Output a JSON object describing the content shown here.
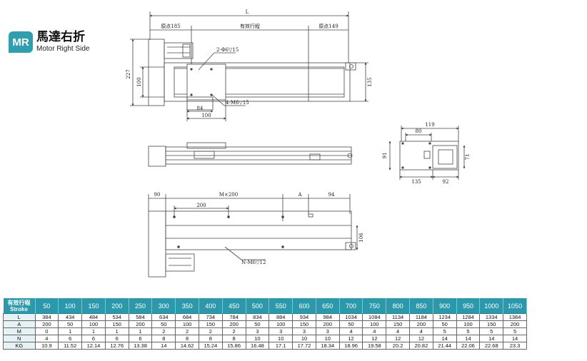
{
  "brand": {
    "badge": "MR",
    "title_cn": "馬達右折",
    "title_en": "Motor Right Side"
  },
  "drawing": {
    "top_view": {
      "overall": "L",
      "left_seg": "原点185",
      "middle_seg": "有效行程",
      "right_seg": "原点149",
      "holes_top": "2-Φ6▽15",
      "holes_bottom": "4-M6▽15",
      "height_left": "227",
      "inner_left": "100",
      "height_right": "135",
      "dim_84": "84",
      "dim_100": "100"
    },
    "end_view": {
      "width_top": "119",
      "inner_top": "80",
      "height_left": "91",
      "height_right": "71",
      "width_bottom": "135",
      "right_bottom": "92"
    },
    "bottom_view": {
      "left": "90",
      "pitch": "M×200",
      "a": "A",
      "right": "94",
      "spacing": "200",
      "holes": "N-M6▽12",
      "height": "106"
    }
  },
  "table": {
    "header_cn": "有效行程",
    "header_en": "Stroke",
    "strokes": [
      "50",
      "100",
      "150",
      "200",
      "250",
      "300",
      "350",
      "400",
      "450",
      "500",
      "550",
      "600",
      "650",
      "700",
      "750",
      "800",
      "850",
      "900",
      "950",
      "1000",
      "1050"
    ],
    "rows": [
      {
        "label": "L",
        "values": [
          "384",
          "434",
          "484",
          "534",
          "584",
          "634",
          "684",
          "734",
          "784",
          "834",
          "884",
          "934",
          "984",
          "1034",
          "1084",
          "1134",
          "1184",
          "1234",
          "1284",
          "1334",
          "1384"
        ]
      },
      {
        "label": "A",
        "values": [
          "200",
          "50",
          "100",
          "150",
          "200",
          "50",
          "100",
          "150",
          "200",
          "50",
          "100",
          "150",
          "200",
          "50",
          "100",
          "150",
          "200",
          "50",
          "100",
          "150",
          "200"
        ]
      },
      {
        "label": "M",
        "values": [
          "0",
          "1",
          "1",
          "1",
          "1",
          "2",
          "2",
          "2",
          "2",
          "3",
          "3",
          "3",
          "3",
          "4",
          "4",
          "4",
          "4",
          "5",
          "5",
          "5",
          "5"
        ]
      },
      {
        "label": "N",
        "values": [
          "4",
          "6",
          "6",
          "6",
          "6",
          "8",
          "8",
          "8",
          "8",
          "10",
          "10",
          "10",
          "10",
          "12",
          "12",
          "12",
          "12",
          "14",
          "14",
          "14",
          "14"
        ]
      },
      {
        "label": "KG",
        "values": [
          "10.9",
          "11.52",
          "12.14",
          "12.76",
          "13.38",
          "14",
          "14.62",
          "15.24",
          "15.86",
          "16.48",
          "17.1",
          "17.72",
          "18.34",
          "18.96",
          "19.58",
          "20.2",
          "20.82",
          "21.44",
          "22.06",
          "22.68",
          "23.3"
        ]
      }
    ]
  }
}
